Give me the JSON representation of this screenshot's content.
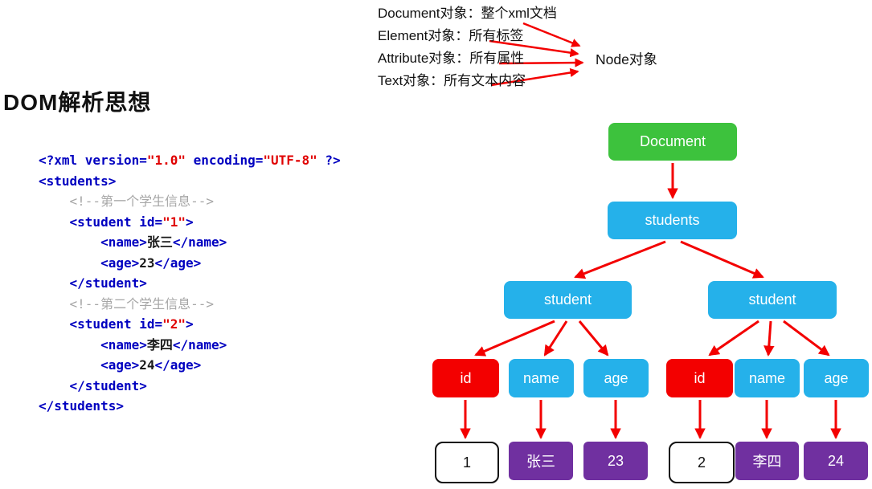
{
  "title": "DOM解析思想",
  "legend": {
    "items": [
      {
        "label": "Document对象：整个xml文档"
      },
      {
        "label": "Element对象：所有标签"
      },
      {
        "label": "Attribute对象：所有属性"
      },
      {
        "label": "Text对象：所有文本内容"
      }
    ],
    "target": "Node对象"
  },
  "code": {
    "lines": [
      [
        {
          "t": "<?xml version=",
          "c": "tag"
        },
        {
          "t": "\"1.0\"",
          "c": "val"
        },
        {
          "t": " encoding=",
          "c": "tag"
        },
        {
          "t": "\"UTF-8\"",
          "c": "val"
        },
        {
          "t": " ?>",
          "c": "tag"
        }
      ],
      [
        {
          "t": "<students>",
          "c": "tag"
        }
      ],
      [
        {
          "t": "    ",
          "c": "tag"
        },
        {
          "t": "<!--第一个学生信息-->",
          "c": "comment"
        }
      ],
      [
        {
          "t": "    ",
          "c": "tag"
        },
        {
          "t": "<student id=",
          "c": "tag"
        },
        {
          "t": "\"1\"",
          "c": "val"
        },
        {
          "t": ">",
          "c": "tag"
        }
      ],
      [
        {
          "t": "        ",
          "c": "tag"
        },
        {
          "t": "<name>",
          "c": "tag"
        },
        {
          "t": "张三",
          "c": "text"
        },
        {
          "t": "</name>",
          "c": "tag"
        }
      ],
      [
        {
          "t": "        ",
          "c": "tag"
        },
        {
          "t": "<age>",
          "c": "tag"
        },
        {
          "t": "23",
          "c": "text"
        },
        {
          "t": "</age>",
          "c": "tag"
        }
      ],
      [
        {
          "t": "    ",
          "c": "tag"
        },
        {
          "t": "</student>",
          "c": "tag"
        }
      ],
      [
        {
          "t": "    ",
          "c": "tag"
        },
        {
          "t": "<!--第二个学生信息-->",
          "c": "comment"
        }
      ],
      [
        {
          "t": "    ",
          "c": "tag"
        },
        {
          "t": "<student id=",
          "c": "tag"
        },
        {
          "t": "\"2\"",
          "c": "val"
        },
        {
          "t": ">",
          "c": "tag"
        }
      ],
      [
        {
          "t": "        ",
          "c": "tag"
        },
        {
          "t": "<name>",
          "c": "tag"
        },
        {
          "t": "李四",
          "c": "text"
        },
        {
          "t": "</name>",
          "c": "tag"
        }
      ],
      [
        {
          "t": "        ",
          "c": "tag"
        },
        {
          "t": "<age>",
          "c": "tag"
        },
        {
          "t": "24",
          "c": "text"
        },
        {
          "t": "</age>",
          "c": "tag"
        }
      ],
      [
        {
          "t": "    ",
          "c": "tag"
        },
        {
          "t": "</student>",
          "c": "tag"
        }
      ],
      [
        {
          "t": "</students>",
          "c": "tag"
        }
      ]
    ]
  },
  "tree": {
    "document": "Document",
    "students": "students",
    "student_left": "student",
    "student_right": "student",
    "left": {
      "id": "id",
      "name": "name",
      "age": "age",
      "id_value": "1",
      "name_value": "张三",
      "age_value": "23"
    },
    "right": {
      "id": "id",
      "name": "name",
      "age": "age",
      "id_value": "2",
      "name_value": "李四",
      "age_value": "24"
    }
  },
  "colors": {
    "green": "#3dc23d",
    "blue": "#25b1ea",
    "red": "#f30000",
    "purple": "#7030a0",
    "arrow": "#f30000",
    "code-tag": "#0000c0",
    "code-val": "#e00000",
    "code-comment": "#a6a6a6",
    "code-text": "#1a1a1a"
  }
}
